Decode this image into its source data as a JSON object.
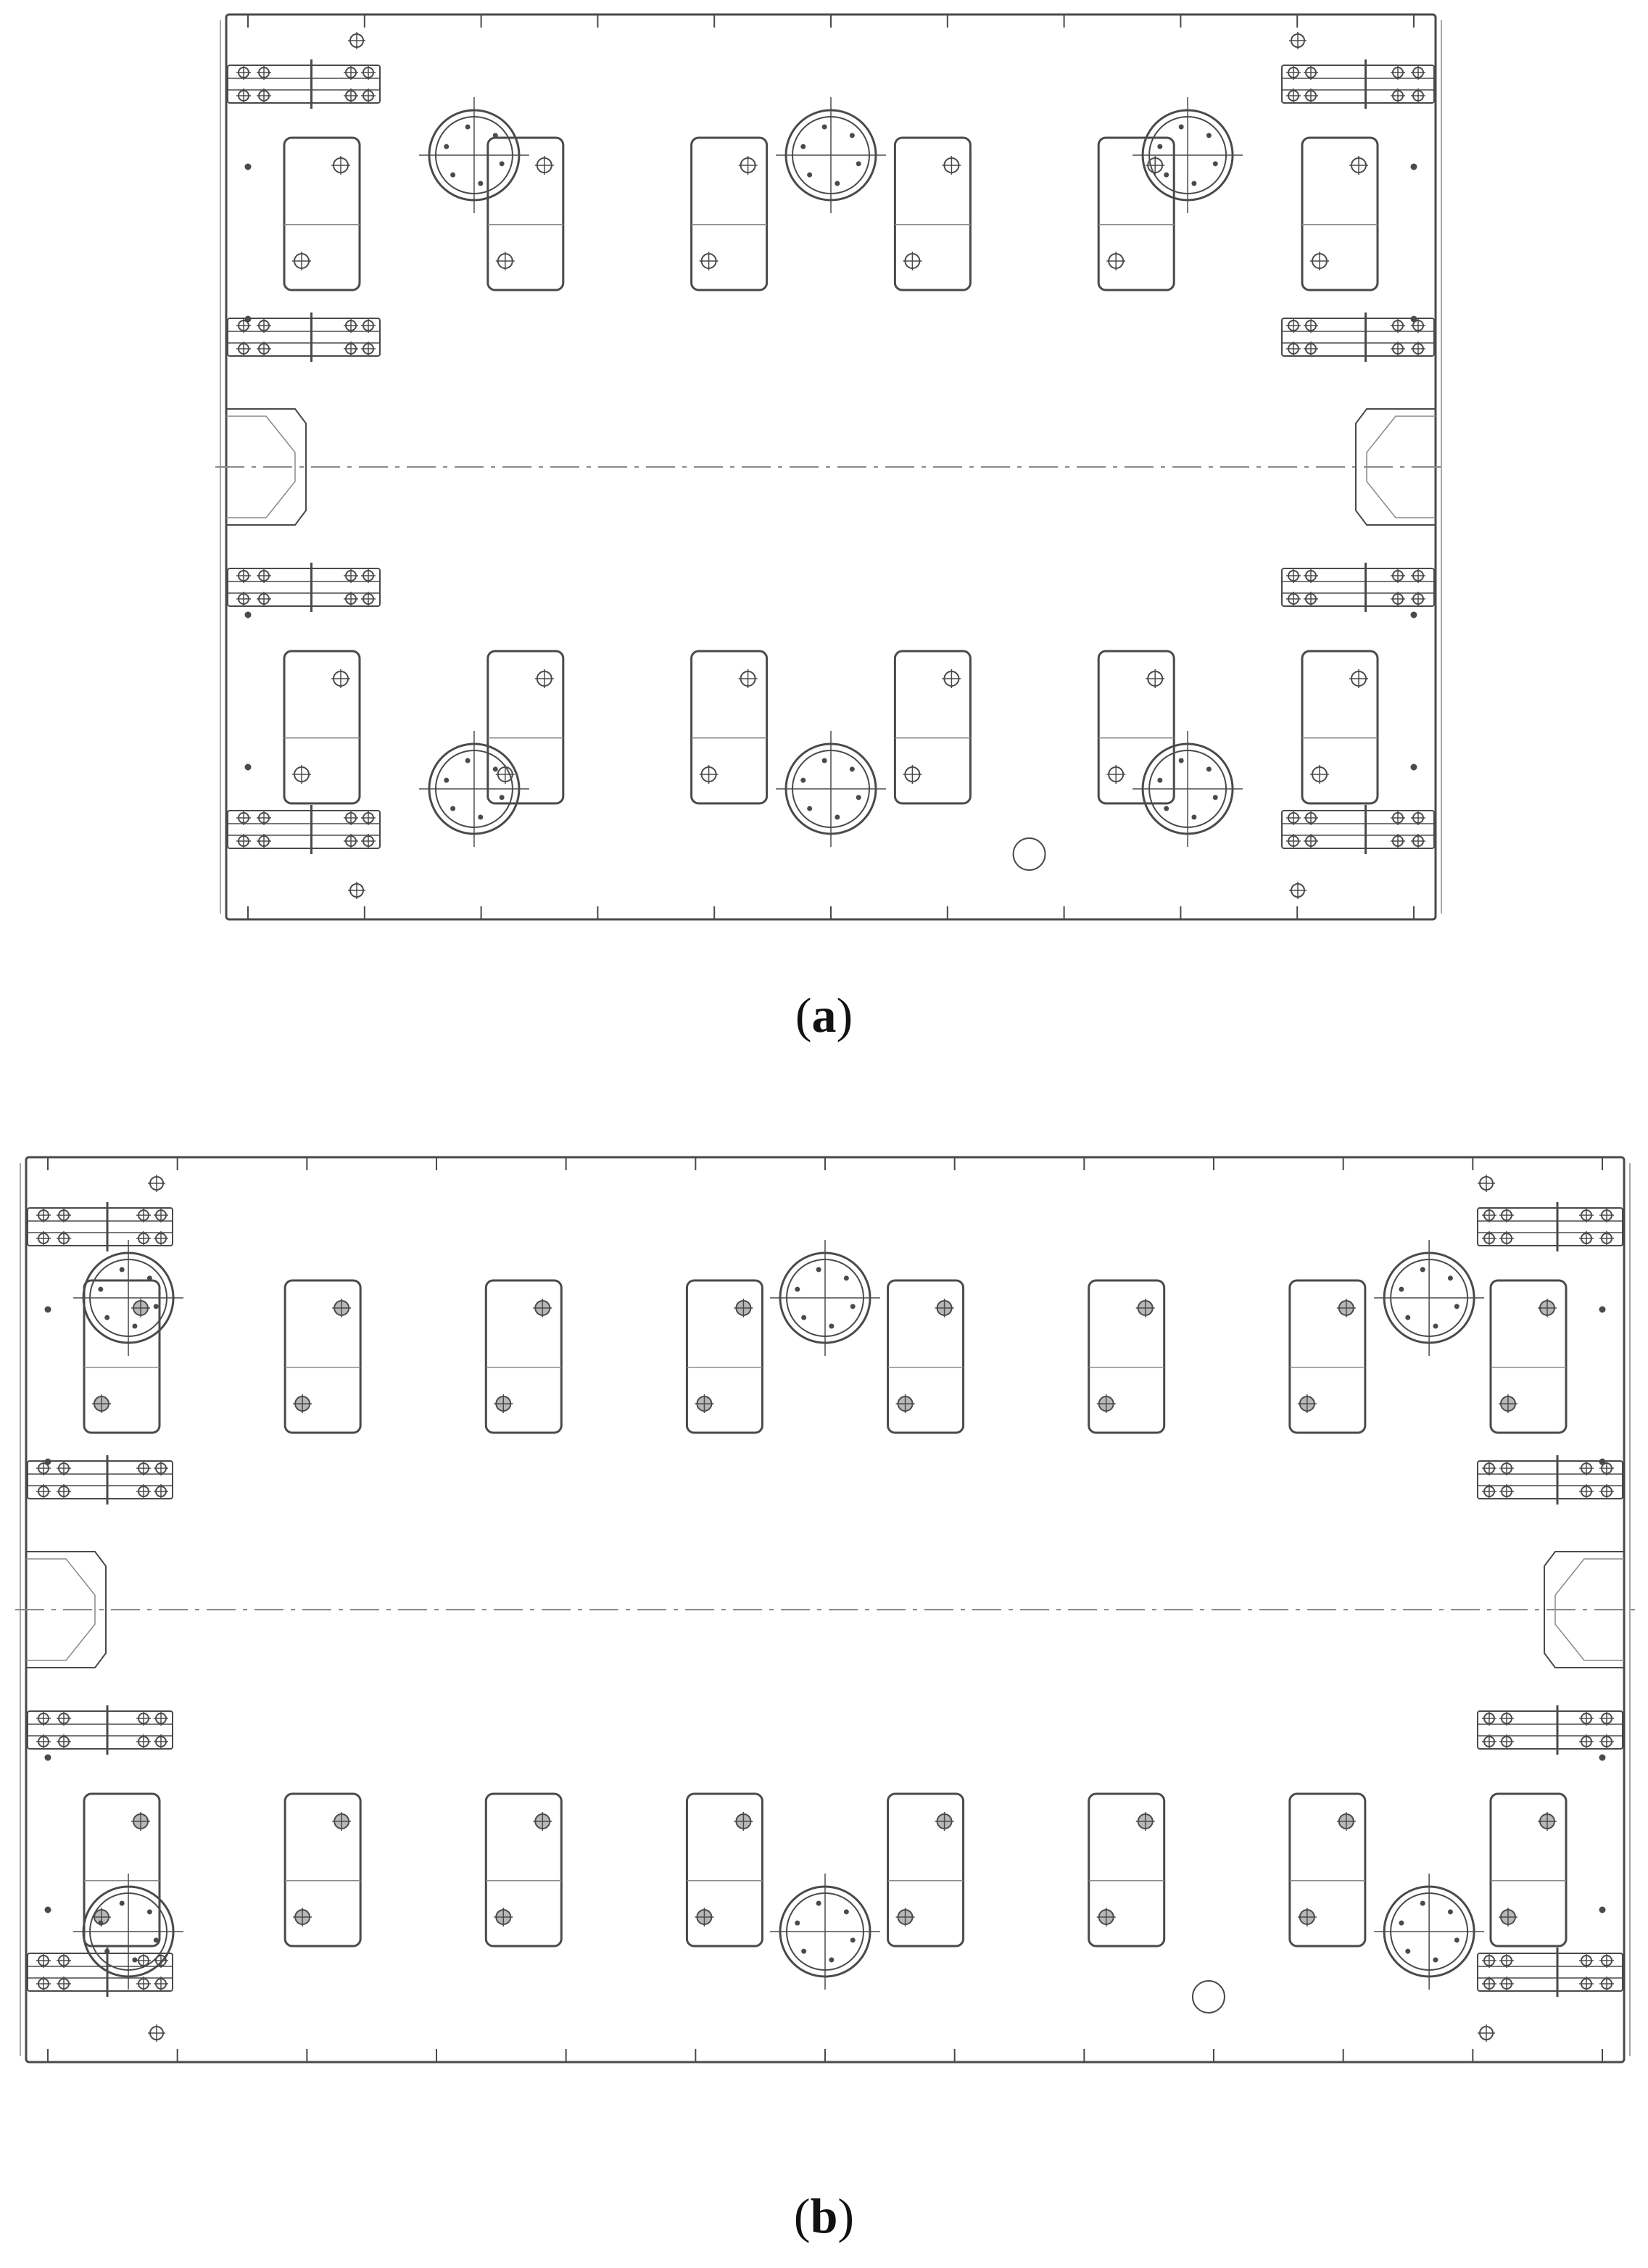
{
  "figure": {
    "panels": [
      {
        "id": "a",
        "caption_open": "(",
        "caption_label": "a",
        "caption_close": ")",
        "modules_per_row": 6,
        "large_bores_per_row": 3
      },
      {
        "id": "b",
        "caption_open": "(",
        "caption_label": "b",
        "caption_close": ")",
        "modules_per_row": 8,
        "large_bores_per_row": 3
      }
    ],
    "colors": {
      "line": "#4a4a4a",
      "light_line": "#8a8a8a",
      "fill_bolt": "#b8b8b8",
      "background": "#ffffff"
    }
  }
}
